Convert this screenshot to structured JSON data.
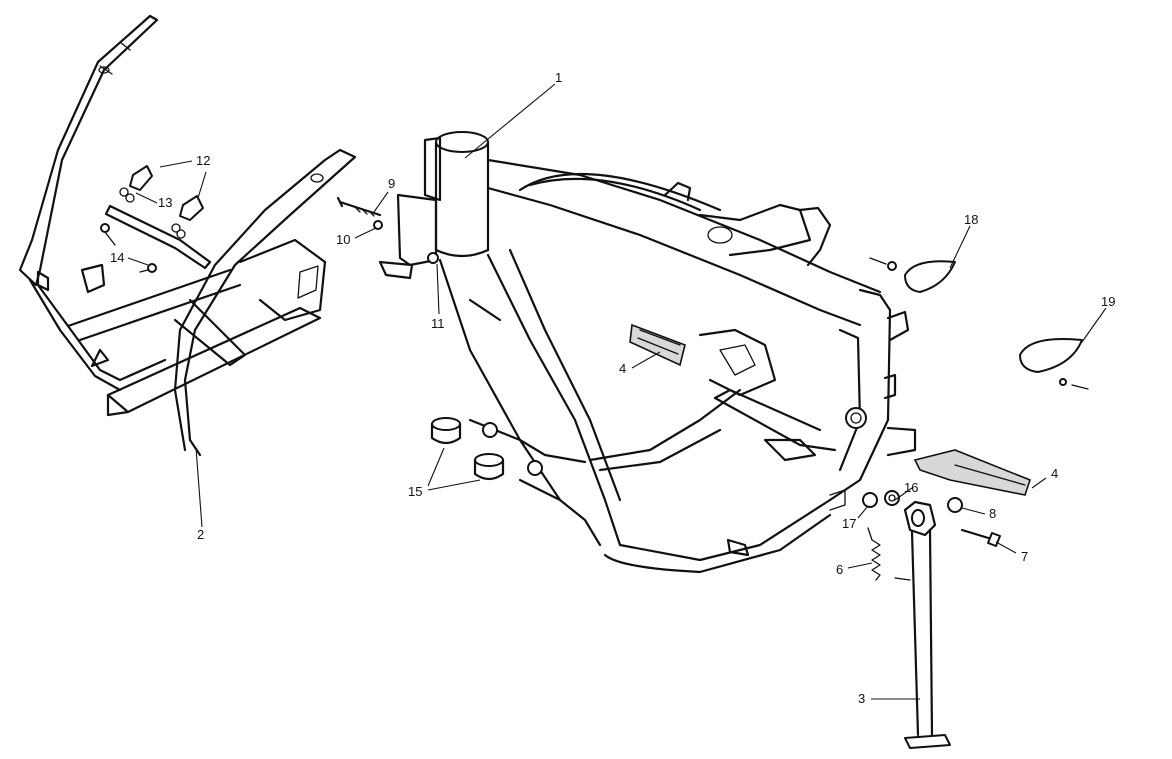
{
  "diagram": {
    "labels": [
      {
        "id": "1",
        "text": "1"
      },
      {
        "id": "2",
        "text": "2"
      },
      {
        "id": "3",
        "text": "3"
      },
      {
        "id": "4a",
        "text": "4"
      },
      {
        "id": "4b",
        "text": "4"
      },
      {
        "id": "6",
        "text": "6"
      },
      {
        "id": "7",
        "text": "7"
      },
      {
        "id": "8",
        "text": "8"
      },
      {
        "id": "9",
        "text": "9"
      },
      {
        "id": "10",
        "text": "10"
      },
      {
        "id": "11",
        "text": "11"
      },
      {
        "id": "12",
        "text": "12"
      },
      {
        "id": "13",
        "text": "13"
      },
      {
        "id": "14",
        "text": "14"
      },
      {
        "id": "15",
        "text": "15"
      },
      {
        "id": "16",
        "text": "16"
      },
      {
        "id": "17",
        "text": "17"
      },
      {
        "id": "18",
        "text": "18"
      },
      {
        "id": "19",
        "text": "19"
      }
    ]
  }
}
